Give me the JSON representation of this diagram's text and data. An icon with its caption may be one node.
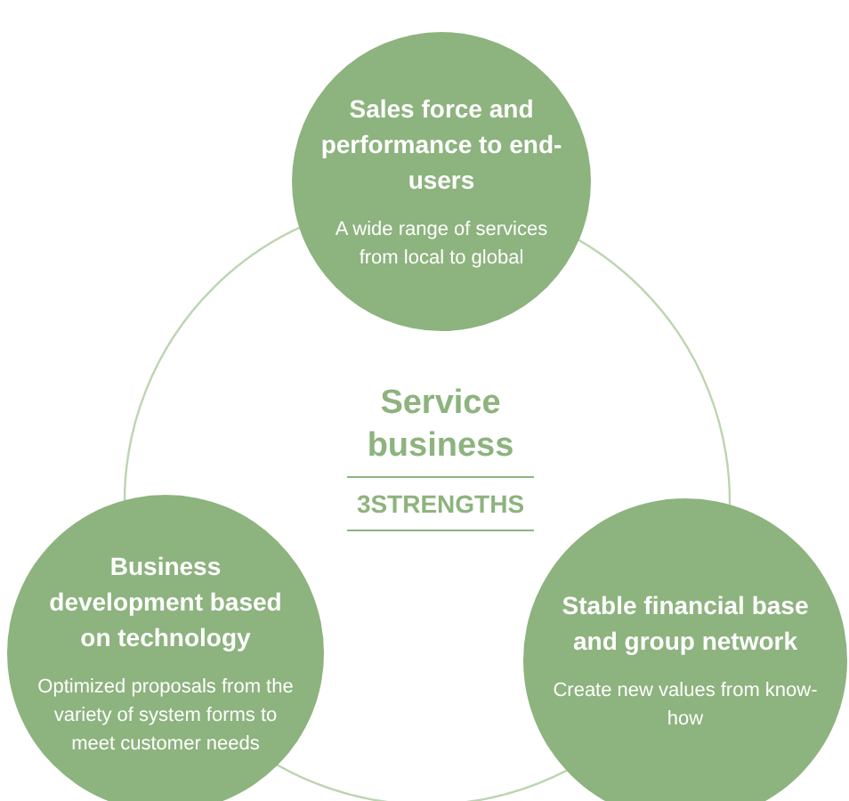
{
  "diagram": {
    "nodes": [
      {
        "text": [
          "Sales force and performance to end-users",
          "A wide range of services from local to global"
        ]
      },
      {
        "text": [
          "Business development based on technology",
          "Optimized proposals from the variety of system forms to meet customer needs"
        ]
      },
      {
        "text": [
          "Stable financial base and group network",
          "Create new values from know-how"
        ]
      }
    ],
    "edges": [],
    "labels": [
      "Service business",
      "3STRENGTHS"
    ]
  }
}
